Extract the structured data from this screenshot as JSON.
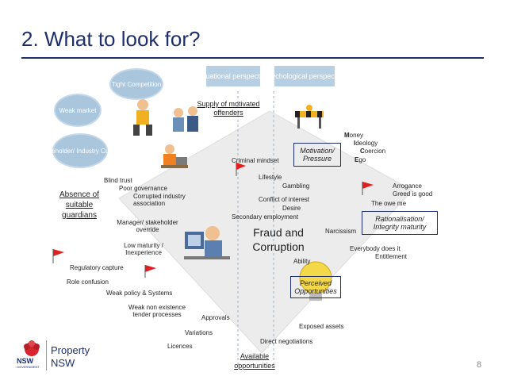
{
  "slide": {
    "title": "2. What to look for?",
    "page_number": "8"
  },
  "clouds": {
    "tight_competition": "Tight Competition",
    "weak_market": "Weak market",
    "stakeholder_culture": "Stakeholder/ Industry Culture"
  },
  "perspectives": {
    "situational": "Situational perspective",
    "psychological": "Psychological perspective"
  },
  "corners": {
    "supply": "Supply of motivated offenders",
    "absence": "Absence of suitable guardians",
    "available": "Available opportunities",
    "center": "Fraud and Corruption"
  },
  "boxes": {
    "motivation": "Motivation/ Pressure",
    "rationalisation": "Rationalisation/ Integrity maturity",
    "perceived": "Perceived Opportunities"
  },
  "mice": {
    "m": "M",
    "m_rest": "oney",
    "i": "I",
    "i_rest": "deology",
    "c": "C",
    "c_rest": "oercion",
    "e": "E",
    "e_rest": "go"
  },
  "labels": {
    "criminal_mindset": "Criminal mindset",
    "lifestyle": "Lifestyle",
    "gambling": "Gambling",
    "conflict": "Conflict of interest",
    "desire": "Desire",
    "secondary": "Secondary employment",
    "arrogance": "Arrogance",
    "greed": "Greed is good",
    "owe_me": "The owe me",
    "narcissism": "Narcissism",
    "everybody": "Everybody does it",
    "entitlement": "Entitlement",
    "ability": "Ability",
    "blind_trust": "Blind trust",
    "poor_gov": "Poor governance",
    "corrupted_industry": "Corrupted industry association",
    "manager_override": "Manager/ stakeholder override",
    "low_maturity": "Low maturity / Inexperience",
    "regulatory": "Regulatory capture",
    "role_confusion": "Role confusion",
    "weak_policy": "Weak policy & Systems",
    "weak_tender": "Weak non existence tender processes",
    "approvals": "Approvals",
    "variations": "Variations",
    "licences": "Licences",
    "direct_neg": "Direct negotiations",
    "exposed": "Exposed assets"
  },
  "logo": {
    "gov": "NSW",
    "gov_sub": "GOVERNMENT",
    "line1": "Property",
    "line2": "NSW"
  },
  "colors": {
    "title": "#1f2f6b",
    "cloud": "#a9c6dd",
    "flag": "#e02020",
    "bulb": "#f3d84a",
    "triangle": "#ececec"
  }
}
